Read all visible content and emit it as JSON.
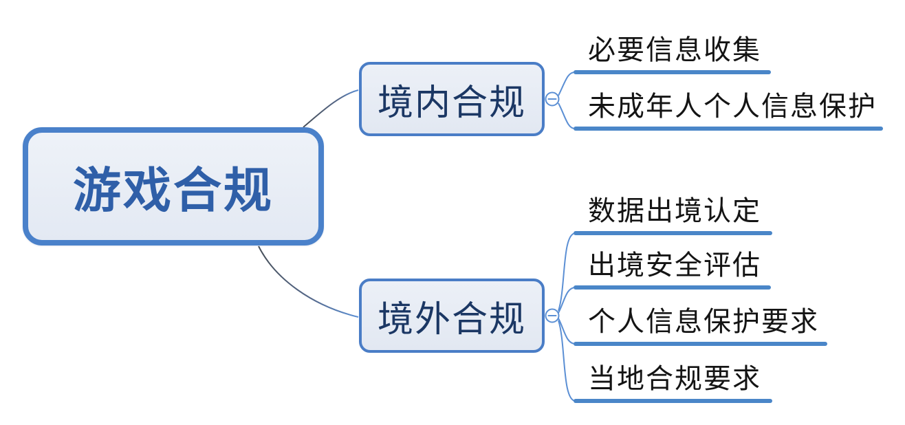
{
  "root": {
    "label": "游戏合规"
  },
  "branches": [
    {
      "label": "境内合规",
      "collapse_icon": "minus-circle-icon",
      "children": [
        {
          "label": "必要信息收集"
        },
        {
          "label": "未成年人个人信息保护"
        }
      ]
    },
    {
      "label": "境外合规",
      "collapse_icon": "minus-circle-icon",
      "children": [
        {
          "label": "数据出境认定"
        },
        {
          "label": "出境安全评估"
        },
        {
          "label": "个人信息保护要求"
        },
        {
          "label": "当地合规要求"
        }
      ]
    }
  ],
  "colors": {
    "background": "#ffffff",
    "node_border": "#4a81ca",
    "node_fill": "#e8edf5",
    "root_text": "#2f5fa8",
    "branch_text": "#1b3764",
    "leaf_text": "#141414",
    "branch_line_blue": "#5b8fd4",
    "underline_blue": "#4a86c8",
    "root_connector_dark": "#474f58"
  }
}
